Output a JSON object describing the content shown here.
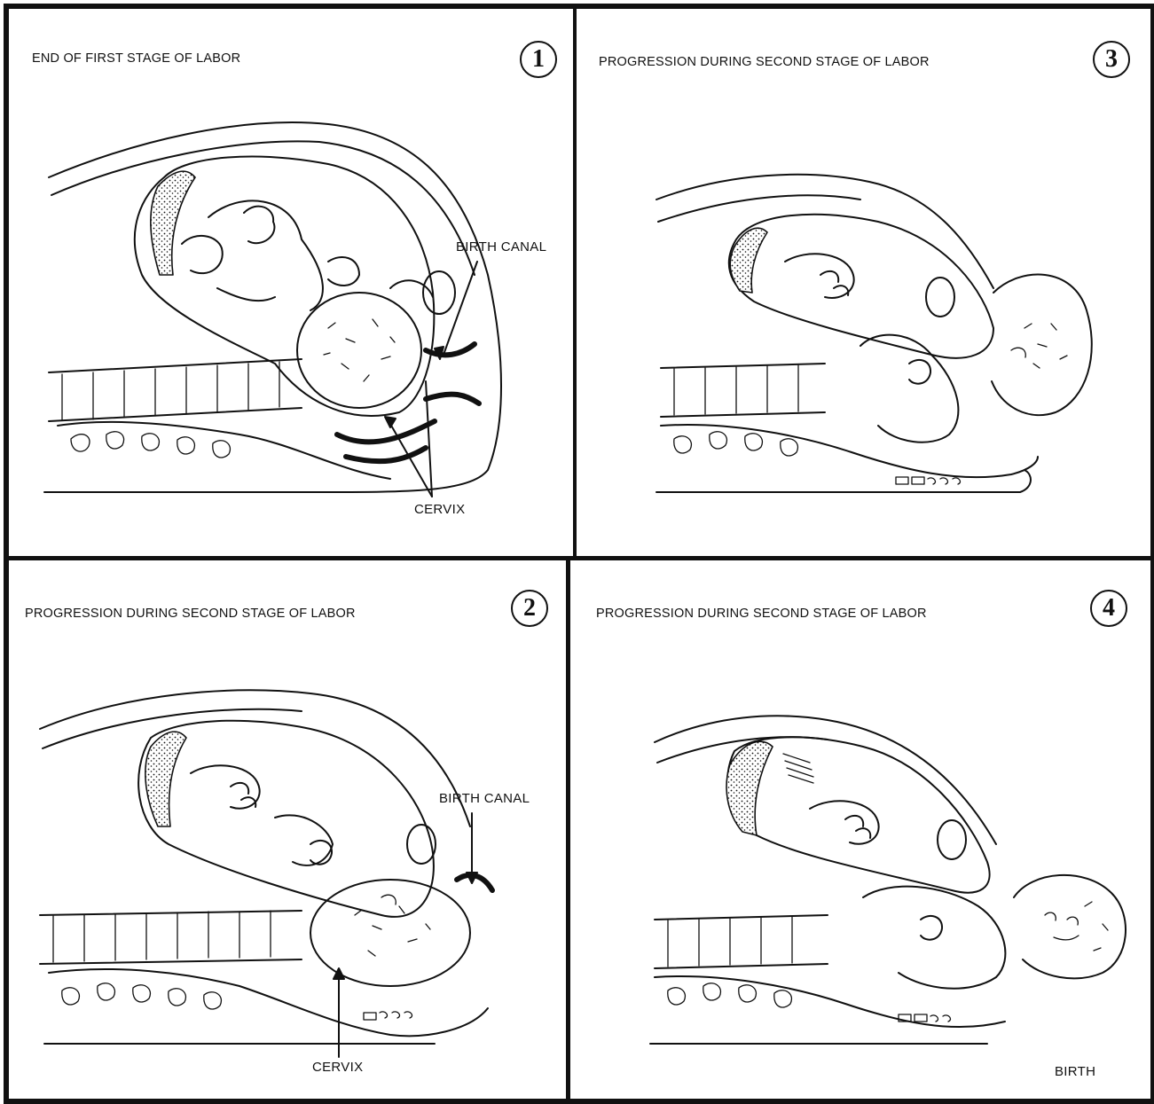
{
  "panels": [
    {
      "number": "1",
      "title": "END OF FIRST STAGE OF LABOR",
      "labels": [
        "BIRTH CANAL",
        "CERVIX"
      ]
    },
    {
      "number": "2",
      "title": "PROGRESSION DURING SECOND STAGE OF LABOR",
      "labels": [
        "BIRTH CANAL",
        "CERVIX"
      ]
    },
    {
      "number": "3",
      "title": "PROGRESSION DURING SECOND STAGE OF LABOR",
      "labels": []
    },
    {
      "number": "4",
      "title": "PROGRESSION DURING SECOND STAGE OF LABOR",
      "labels": [
        "BIRTH"
      ]
    }
  ]
}
